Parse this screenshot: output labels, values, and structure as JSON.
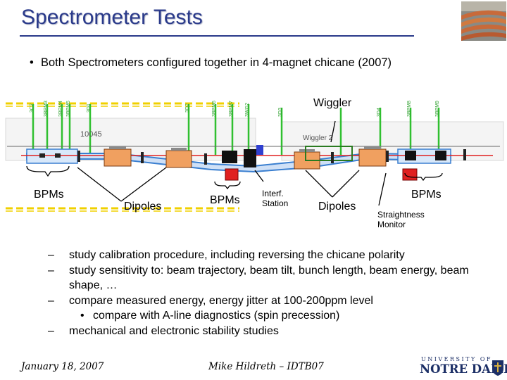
{
  "title": "Spectrometer Tests",
  "bullet": "Both Spectrometers configured together in 4-magnet chicane (2007)",
  "diagram": {
    "wiggler_label": "Wiggler",
    "labels": {
      "bpms_left": "BPMs",
      "dipoles_left": "Dipoles",
      "bpms_mid": "BPMs",
      "interf_station_line1": "Interf.",
      "interf_station_line2": "Station",
      "dipoles_right": "Dipoles",
      "bpms_right": "BPMs",
      "straightness_line1": "Straightness",
      "straightness_line2": "Monitor"
    },
    "drawing_text": {
      "number_10045": "10045",
      "wiggler_2": "Wiggler 2",
      "tag_3c2": "3C2",
      "tag_3bpm3": "3BPM3",
      "tag_3bpm4": "3BPM4",
      "tag_3bpm5": "3BPM5",
      "tag_3d1": "3D1",
      "tag_3d2": "3D2",
      "tag_3bpm6": "3BPM6",
      "tag_3bpm7": "3BPM7",
      "tag_3wg2": "3WG2",
      "tag_3d3": "3D3",
      "tag_3d4": "3D4",
      "tag_3bpm8": "3BPM8",
      "tag_3bpm9": "3BPM9"
    }
  },
  "subitems": [
    "study calibration procedure, including reversing the chicane polarity",
    "study sensitivity to:  beam trajectory, beam tilt, bunch length, beam energy, beam shape, …",
    "compare measured energy, energy jitter at 100-200ppm level",
    "compare with A-line diagnostics (spin precession)",
    "mechanical and electronic stability studies"
  ],
  "footer": {
    "date": "January 18, 2007",
    "author": "Mike Hildreth – IDTB07",
    "logo_university": "UNIVERSITY OF",
    "logo_name": "NOTRE DAME"
  },
  "colors": {
    "title": "#2a3a8a",
    "beamline_blue": "#3a7fd0",
    "magnet_orange": "#f0a060",
    "detector_red": "#e02020",
    "label_green": "#30c030",
    "dashed_yellow": "#f0d000"
  }
}
